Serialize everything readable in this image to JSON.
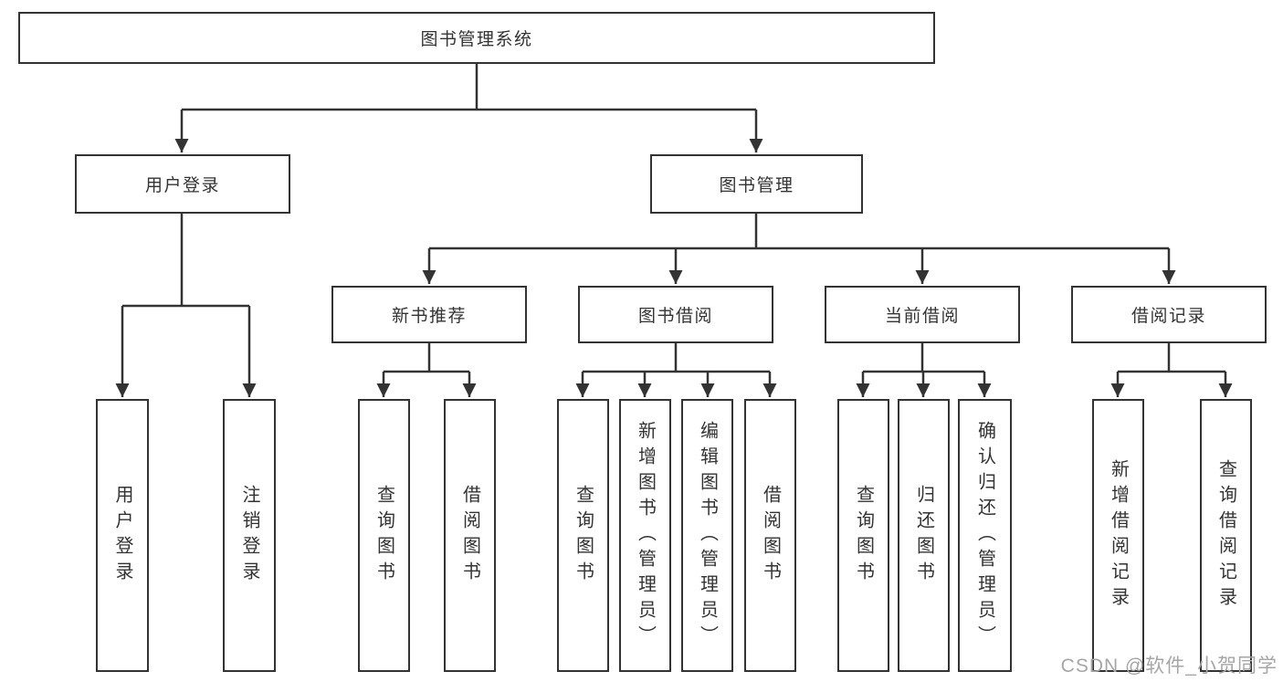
{
  "tree": {
    "label": "图书管理系统",
    "children": [
      {
        "label": "用户登录",
        "children": [
          {
            "label": "用户登录"
          },
          {
            "label": "注销登录"
          }
        ]
      },
      {
        "label": "图书管理",
        "children": [
          {
            "label": "新书推荐",
            "children": [
              {
                "label": "查询图书"
              },
              {
                "label": "借阅图书"
              }
            ]
          },
          {
            "label": "图书借阅",
            "children": [
              {
                "label": "查询图书"
              },
              {
                "label": "新增图书（管理员）"
              },
              {
                "label": "编辑图书（管理员）"
              },
              {
                "label": "借阅图书"
              }
            ]
          },
          {
            "label": "当前借阅",
            "children": [
              {
                "label": "查询图书"
              },
              {
                "label": "归还图书"
              },
              {
                "label": "确认归还（管理员）"
              }
            ]
          },
          {
            "label": "借阅记录",
            "children": [
              {
                "label": "新增借阅记录"
              },
              {
                "label": "查询借阅记录"
              }
            ]
          }
        ]
      }
    ]
  },
  "watermark": {
    "text": "CSDN @软件_小贺同学"
  },
  "colors": {
    "line": "#333333",
    "text": "#333333",
    "box_background": "#ffffff",
    "page_background": "#ffffff",
    "watermark": "#a6a6a6"
  }
}
